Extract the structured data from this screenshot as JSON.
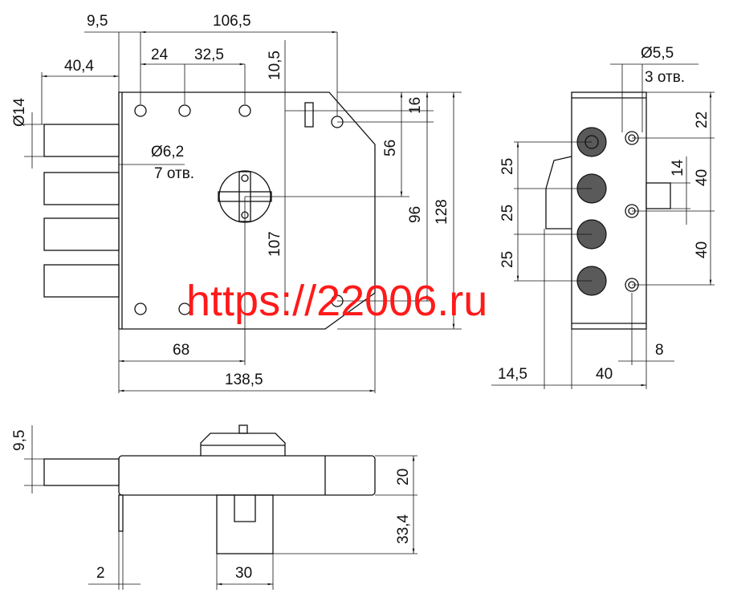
{
  "front_view": {
    "dims": {
      "top_offset": "9,5",
      "total_top": "106,5",
      "bolt_length": "40,4",
      "hole_gap1": "24",
      "hole_gap2": "32,5",
      "hole_vertical": "10,5",
      "bolt_dia": "Ø14",
      "hole_dia": "Ø6,2",
      "hole_count": "7 отв.",
      "right_16": "16",
      "right_56": "56",
      "right_96": "96",
      "right_128": "128",
      "center_107": "107",
      "bottom_68": "68",
      "bottom_total": "138,5"
    }
  },
  "side_view": {
    "dims": {
      "hole_dia": "Ø5,5",
      "hole_count": "3 отв.",
      "top_22": "22",
      "bolt_14": "14",
      "gap_40a": "40",
      "gap_40b": "40",
      "pitch_1": "25",
      "pitch_2": "25",
      "pitch_3": "25",
      "edge_8": "8",
      "depth_14_5": "14,5",
      "depth_40": "40"
    }
  },
  "bottom_view": {
    "dims": {
      "bolt_9_5": "9,5",
      "body_20": "20",
      "cyl_33_4": "33,4",
      "plate_2": "2",
      "cyl_30": "30"
    }
  },
  "watermark": "https://22006.ru"
}
